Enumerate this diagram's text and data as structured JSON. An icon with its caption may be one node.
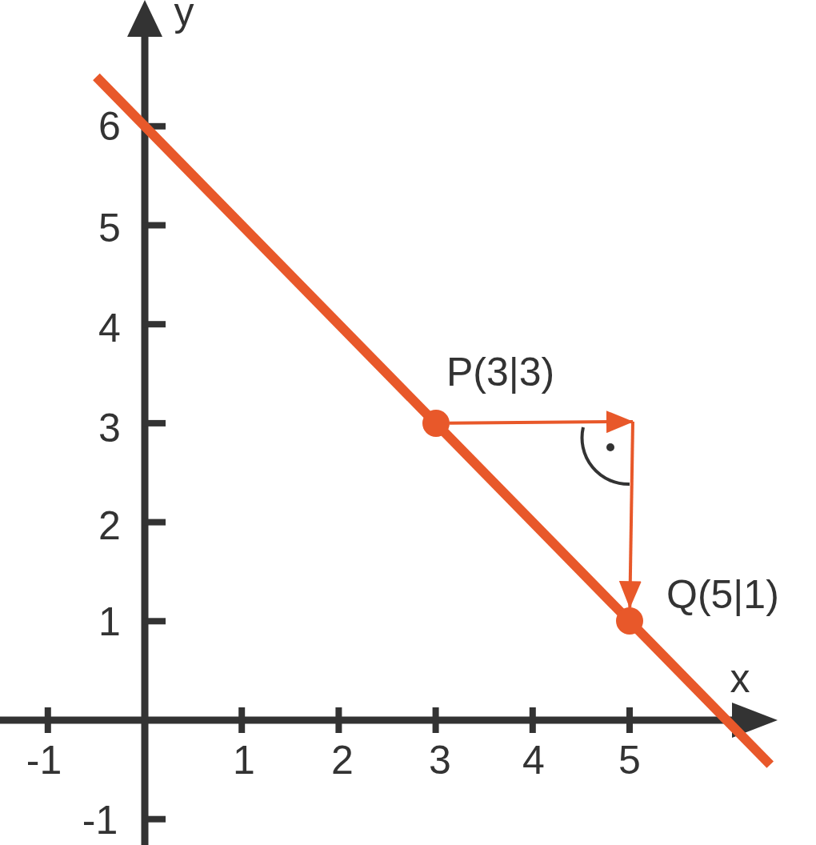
{
  "diagram": {
    "nodes": [
      {
        "text": [],
        "shape": "circle",
        "beside": [
          "P(3|3)"
        ]
      },
      {
        "text": [],
        "shape": "arc"
      },
      {
        "text": [],
        "shape": "circle",
        "beside": [
          "Q(5|1)"
        ]
      }
    ],
    "edges": [
      {
        "from": 0,
        "to": 1,
        "arrow": "to"
      },
      {
        "from": 1,
        "to": 2,
        "arrow": "to"
      }
    ],
    "labels": [
      "y",
      "6",
      "5",
      "4",
      "3",
      "2",
      "1",
      "x",
      "-1",
      "1",
      "2",
      "3",
      "4",
      "5",
      "-1"
    ]
  }
}
